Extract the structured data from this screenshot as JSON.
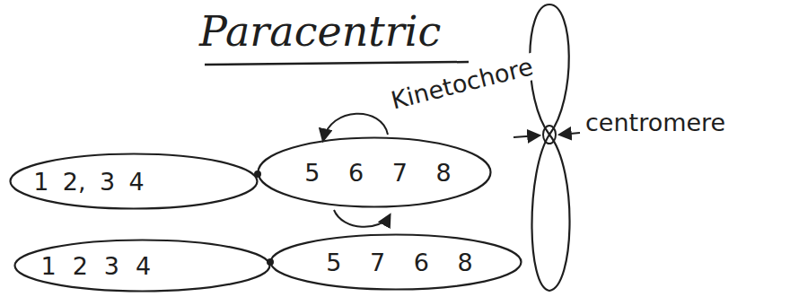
{
  "diagram": {
    "title": "Paracentric",
    "nodes": [
      {
        "text": [
          "1 2, 3 4"
        ]
      },
      {
        "text": [
          "5 6 7 8"
        ]
      },
      {
        "text": [
          "1 2 3 4"
        ]
      },
      {
        "text": [
          "5 7 6 8"
        ]
      }
    ],
    "labels": [
      "Kinetochore",
      "centromere"
    ]
  }
}
